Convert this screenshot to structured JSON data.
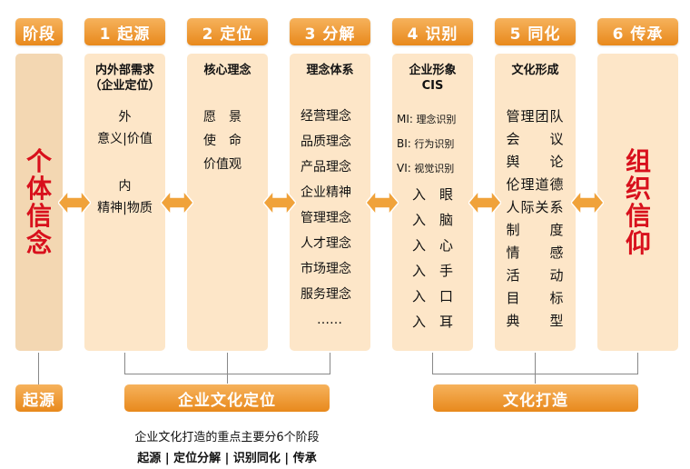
{
  "headers": [
    "阶段",
    "1 起源",
    "2 定位",
    "3 分解",
    "4 识别",
    "5 同化",
    "6 传承"
  ],
  "stage_column": {
    "text": [
      "个",
      "体",
      "信",
      "念"
    ]
  },
  "origin_column": {
    "title": [
      "内外部需求",
      "（企业定位）"
    ],
    "outer": "外",
    "outer_value": "意义|价值",
    "inner": "内",
    "inner_value": "精神|物质"
  },
  "position_column": {
    "title": "核心理念",
    "items": [
      "愿　景",
      "使　命",
      "价值观"
    ]
  },
  "decompose_column": {
    "title": "理念体系",
    "items": [
      "经营理念",
      "品质理念",
      "产品理念",
      "企业精神",
      "管理理念",
      "人才理念",
      "市场理念",
      "服务理念",
      "……"
    ]
  },
  "identify_column": {
    "title": [
      "企业形象",
      "CIS"
    ],
    "systems": [
      {
        "code": "MI:",
        "name": "理念识别"
      },
      {
        "code": "BI:",
        "name": "行为识别"
      },
      {
        "code": "VI:",
        "name": "视觉识别"
      }
    ],
    "rows": [
      [
        "入",
        "眼"
      ],
      [
        "入",
        "脑"
      ],
      [
        "入",
        "心"
      ],
      [
        "入",
        "手"
      ],
      [
        "入",
        "口"
      ],
      [
        "入",
        "耳"
      ]
    ]
  },
  "assimilate_column": {
    "title": "文化形成",
    "rows": [
      [
        "管",
        "理",
        "团",
        "队"
      ],
      [
        "会",
        "",
        "",
        "议"
      ],
      [
        "舆",
        "",
        "",
        "论"
      ],
      [
        "伦",
        "理",
        "道",
        "德"
      ],
      [
        "人",
        "际",
        "关",
        "系"
      ],
      [
        "制",
        "",
        "",
        "度"
      ],
      [
        "情",
        "",
        "",
        "感"
      ],
      [
        "活",
        "",
        "",
        "动"
      ],
      [
        "目",
        "",
        "",
        "标"
      ],
      [
        "典",
        "",
        "",
        "型"
      ]
    ]
  },
  "inherit_column": {
    "text": [
      "组",
      "织",
      "信",
      "仰"
    ]
  },
  "bottom": {
    "origin_tab": "起源",
    "position_tab": "企业文化定位",
    "culture_tab": "文化打造"
  },
  "caption": {
    "line1": "企业文化打造的重点主要分6个阶段",
    "line2": "起源 | 定位分解 | 识别同化 | 传承"
  },
  "colors": {
    "accent": "#e8891c",
    "column": "#fde6c8",
    "highlight": "#d8101c"
  }
}
